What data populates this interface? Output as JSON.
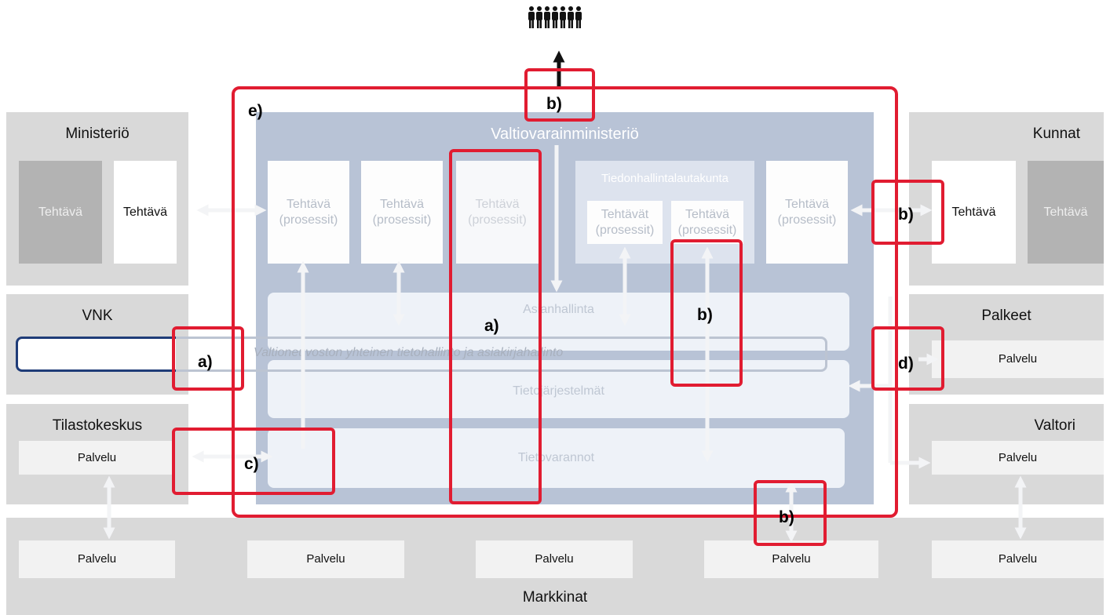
{
  "colors": {
    "accent": "#e11c31",
    "panel": "#d9d9d9",
    "center": "#b8c3d6",
    "vnk_bar": "#1f3c78"
  },
  "people_icon": "group-of-people-icon",
  "ministerio": {
    "title": "Ministeriö",
    "task_grey": "Tehtävä",
    "task_white": "Tehtävä"
  },
  "kunnat": {
    "title": "Kunnat",
    "task_white": "Tehtävä",
    "task_grey": "Tehtävä"
  },
  "vnk": {
    "title": "VNK"
  },
  "palkeet": {
    "title": "Palkeet",
    "service": "Palvelu"
  },
  "tilastokeskus": {
    "title": "Tilastokeskus",
    "service": "Palvelu"
  },
  "valtori": {
    "title": "Valtori",
    "service": "Palvelu"
  },
  "markkinat": {
    "title": "Markkinat",
    "services": [
      "Palvelu",
      "Palvelu",
      "Palvelu",
      "Palvelu",
      "Palvelu"
    ]
  },
  "vm": {
    "title": "Valtiovarainministeriö",
    "tasks": [
      {
        "l1": "Tehtävä",
        "l2": "(prosessit)"
      },
      {
        "l1": "Tehtävä",
        "l2": "(prosessit)"
      },
      {
        "l1": "Tehtävä",
        "l2": "(prosessit)"
      },
      {
        "l1": "Tehtävä",
        "l2": "(prosessit)"
      }
    ],
    "board": {
      "title": "Tiedonhallintalautakunta",
      "t1": {
        "l1": "Tehtävät",
        "l2": "(prosessit)"
      },
      "t2": {
        "l1": "Tehtävä",
        "l2": "(prosessit)"
      }
    },
    "asianhallinta": "Asianhallinta",
    "tietojarjestelmat": "Tietojärjestelmät",
    "tietovarannot": "Tietovarannot"
  },
  "shared_bar": "Valtioneuvoston yhteinen tietohallinto ja asiakirjahallinto",
  "labels": {
    "e": "e)",
    "b_top": "b)",
    "b_right": "b)",
    "b_mid": "b)",
    "b_bottom": "b)",
    "a_mid": "a)",
    "a_left": "a)",
    "c": "c)",
    "d": "d)"
  }
}
